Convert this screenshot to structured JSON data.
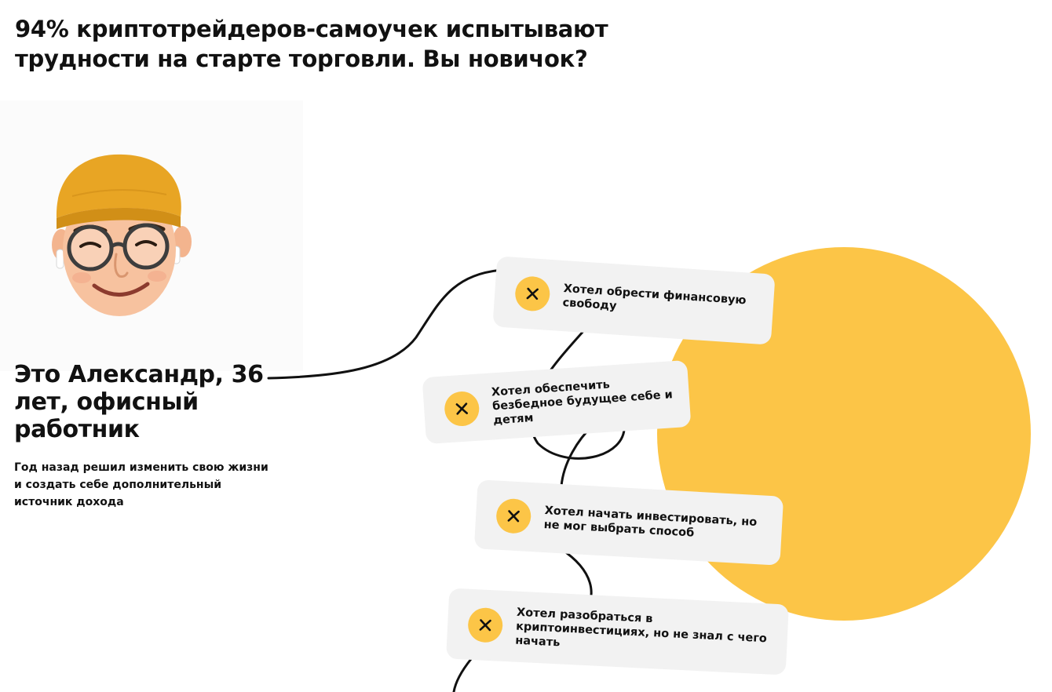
{
  "headline": "94% криптотрейдеров-самоучек испытывают трудности на старте торговли. Вы новичок?",
  "person": {
    "title": "Это Александр, 36 лет, офисный работник",
    "description": "Год назад решил изменить свою жизни и создать себе дополнительный источник дохода",
    "avatar_icon": "memoji-avatar-icon"
  },
  "colors": {
    "accent": "#fcc547",
    "card_bg": "#f2f2f2",
    "text": "#111111"
  },
  "pain_points": [
    {
      "text": "Хотел обрести финансовую свободу",
      "icon": "cross-icon"
    },
    {
      "text": "Хотел обеспечить безбедное будущее себе и детям",
      "icon": "cross-icon"
    },
    {
      "text": "Хотел начать инвестировать, но не мог выбрать способ",
      "icon": "cross-icon"
    },
    {
      "text": "Хотел разобраться в криптоинвестициях, но не знал с чего начать",
      "icon": "cross-icon"
    }
  ]
}
